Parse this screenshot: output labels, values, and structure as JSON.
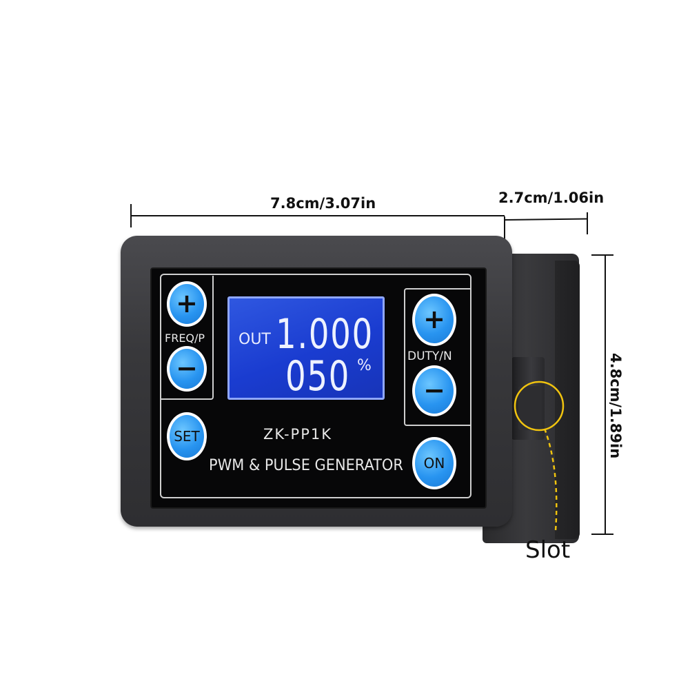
{
  "dimensions": {
    "width_label": "7.8cm/3.07in",
    "depth_label": "2.7cm/1.06in",
    "height_label": "4.8cm/1.89in"
  },
  "device": {
    "model": "ZK-PP1K",
    "name": "PWM & PULSE GENERATOR",
    "display": {
      "mode_label": "OUT",
      "line1_value": "1.000",
      "line2_value": "050",
      "line2_unit": "%"
    },
    "left_group_label": "FREQ/P",
    "right_group_label": "DUTY/N",
    "buttons": {
      "plus_left": "+",
      "minus_left": "−",
      "plus_right": "+",
      "minus_right": "−",
      "set": "SET",
      "on": "ON"
    }
  },
  "callout": {
    "label": "Slot",
    "color": "#f1c40f"
  },
  "colors": {
    "button_blue": "#2894f0",
    "lcd_blue": "#1a3cd0"
  }
}
